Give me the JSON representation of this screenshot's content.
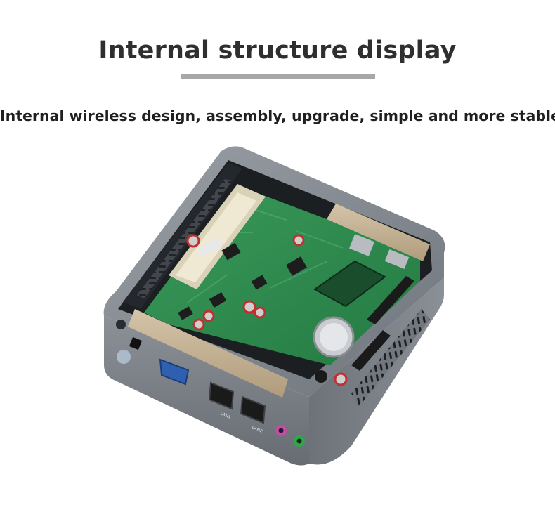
{
  "header": {
    "title": "Internal structure display",
    "subtitle": "Internal wireless design, assembly, upgrade, simple and more stable"
  },
  "product_photo": {
    "port_labels": {
      "lan1": "LAN1",
      "lan2": "LAN2"
    },
    "colors": {
      "case": "#868b91",
      "case_dark": "#4d5258",
      "pcb": "#2f8a4f",
      "bracket": "#c7b59a",
      "audio_out": "#c04da6",
      "mic_in": "#2fa84a"
    }
  }
}
